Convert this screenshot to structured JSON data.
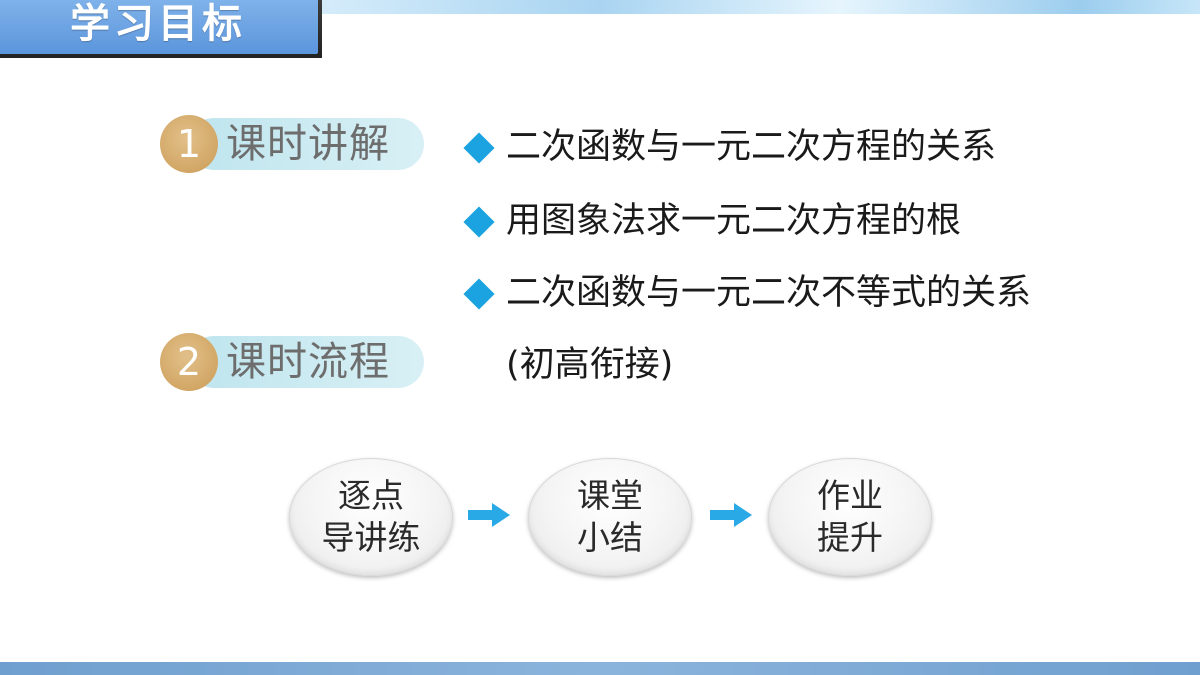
{
  "header": {
    "title": "学习目标"
  },
  "sections": [
    {
      "number": "1",
      "label": "课时讲解"
    },
    {
      "number": "2",
      "label": "课时流程"
    }
  ],
  "bullets": [
    "二次函数与一元二次方程的关系",
    "用图象法求一元二次方程的根",
    "二次函数与一元二次不等式的关系"
  ],
  "bullet_continuation": "(初高衔接)",
  "flow": [
    {
      "line1": "逐点",
      "line2": "导讲练"
    },
    {
      "line1": "课堂",
      "line2": "小结"
    },
    {
      "line1": "作业",
      "line2": "提升"
    }
  ],
  "colors": {
    "accent_blue": "#1aa3e0",
    "badge_gold": "#d2a766",
    "pill_bg": "#bfe5ee",
    "title_bg": "#5b95dc"
  }
}
